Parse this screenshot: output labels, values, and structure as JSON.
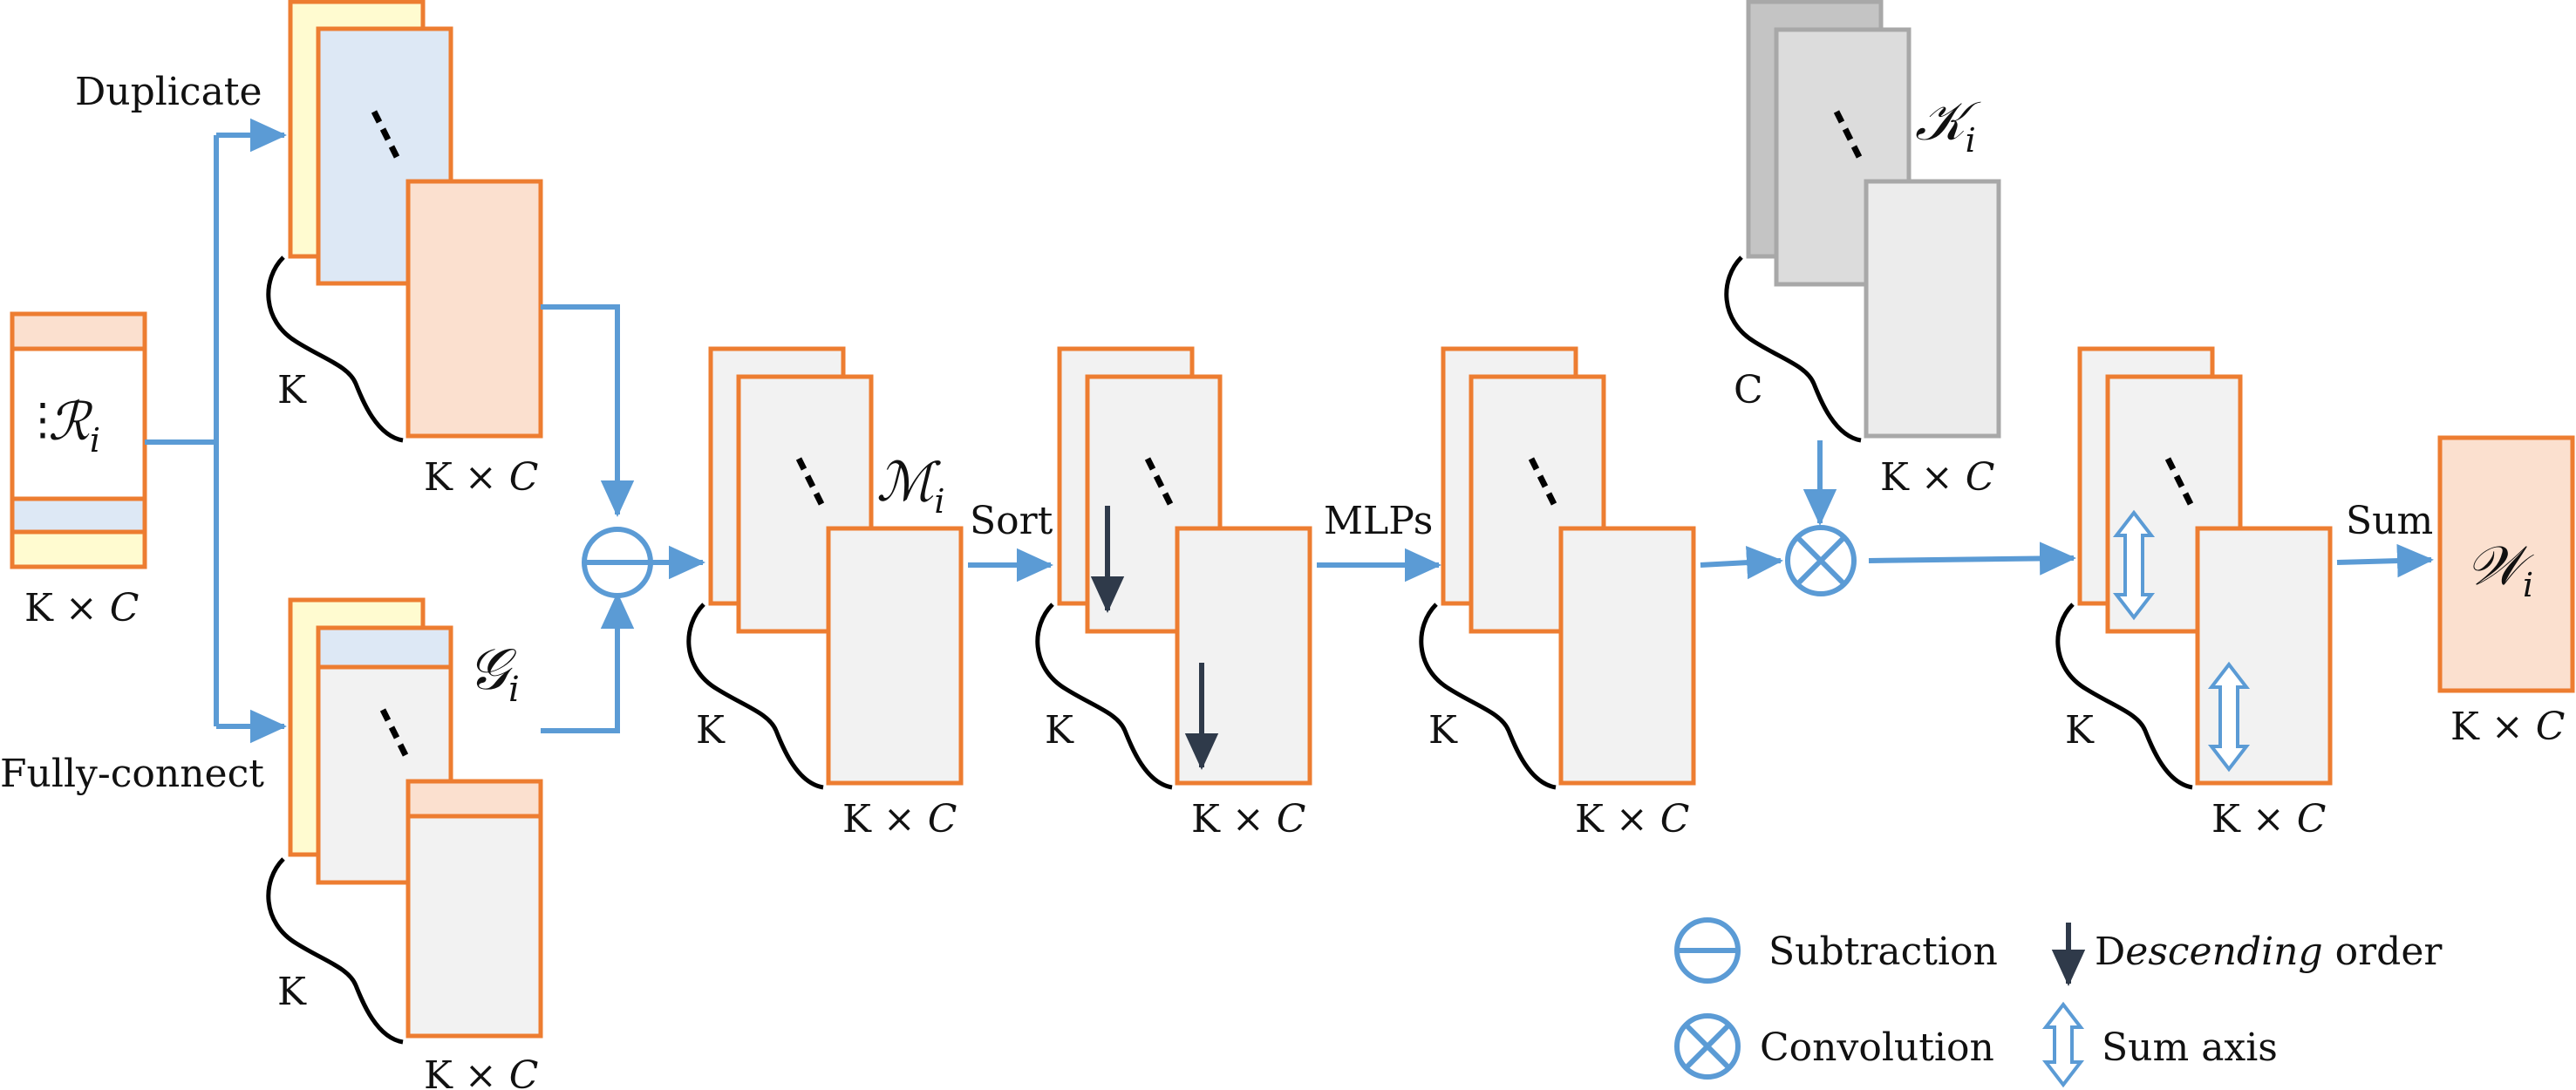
{
  "colors": {
    "arrow": "#5b9bd5",
    "frame": "#ed7d31",
    "peach": "#fbe0cf",
    "blue_tint": "#dde8f5",
    "yellow": "#fffbd0",
    "grey_fill": "#f2f2f2",
    "kernel_dark": "#c4c4c4",
    "kernel_mid": "#dcdcdc",
    "kernel_light": "#ececec",
    "kernel_frame": "#a8a8a8",
    "text": "#111111",
    "down_arrow": "#2f3a4a"
  },
  "labels": {
    "duplicate": "Duplicate",
    "fully_connect": "Fully-connect",
    "sort": "Sort",
    "mlps": "MLPs",
    "sum": "Sum",
    "K": "K",
    "C": "C",
    "kxc_prefix": "K ×",
    "kxc_suffix": "C"
  },
  "symbols": {
    "R": "ℛ",
    "G": "𝒢",
    "M": "ℳ",
    "Kcal": "𝒦",
    "W": "𝒲",
    "sub": "i",
    "dots": "⋮"
  },
  "legend": {
    "subtraction": "Subtraction",
    "convolution": "Convolution",
    "descending_pre": "D",
    "descending_italic": "escending",
    "descending_post": " order",
    "sum_axis": "Sum axis"
  },
  "icons": [
    "subtraction-icon",
    "convolution-icon",
    "descending-arrow-icon",
    "sum-axis-icon"
  ]
}
